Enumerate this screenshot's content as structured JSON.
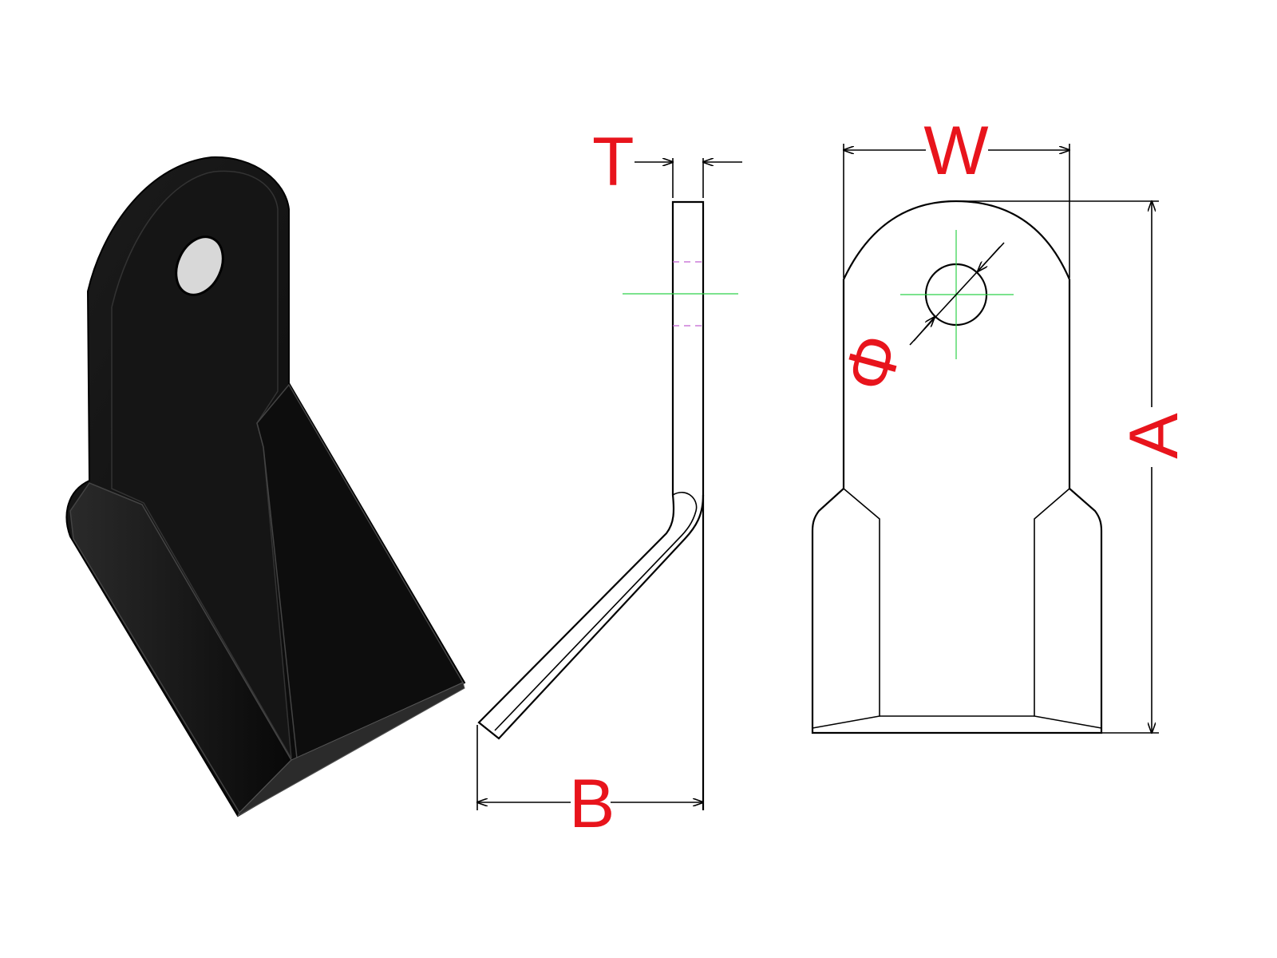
{
  "labels": {
    "thickness": "T",
    "width": "W",
    "height": "A",
    "offset": "B",
    "diameter": "Φ"
  },
  "colors": {
    "dimension_label": "#e8141c",
    "centerline": "#2fd24a",
    "hidden_line": "#c060d0",
    "part_fill": "#111111"
  }
}
